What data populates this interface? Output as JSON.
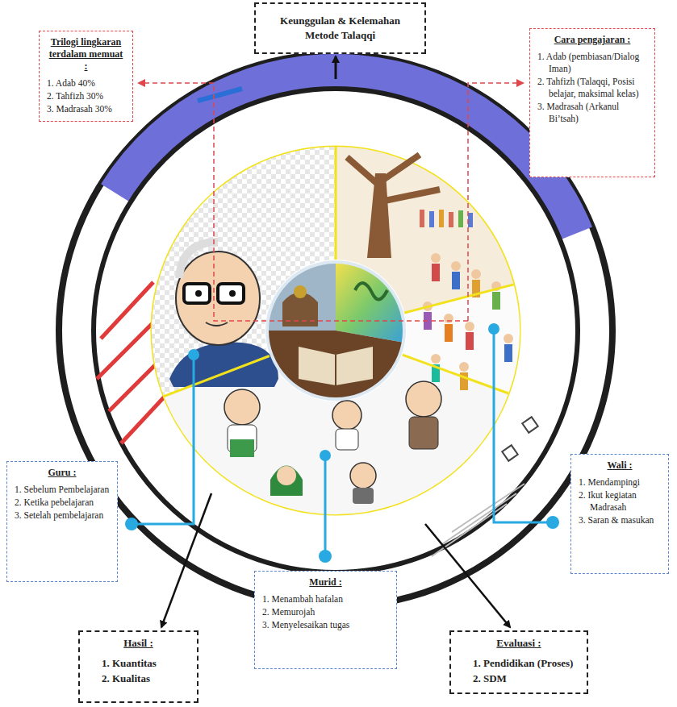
{
  "diagram": {
    "nodes": [
      {
        "text": [
          "Keunggulan & Kelemahan Metode Talaqqi"
        ]
      },
      {
        "text": [
          "Trilogi lingkaran terdalam memuat :",
          "1. Adab 40%",
          "2. Tahfizh 30%",
          "3. Madrasah 30%"
        ]
      },
      {
        "text": [
          "Cara pengajaran :",
          "1. Adab (pembiasan/Dialog Iman)",
          "2. Tahfizh (Talaqqi, Posisi belajar, maksimal kelas)",
          "3. Madrasah (Arkanul Bi’tsah)"
        ]
      },
      {
        "text": [
          "Guru :",
          "1. Sebelum Pembelajaran",
          "2. Ketika pebelajaran",
          "3. Setelah pembelajaran"
        ]
      },
      {
        "text": [
          "Wali :",
          "1. Mendampingi",
          "2. Ikut kegiatan Madrasah",
          "3. Saran & masukan"
        ]
      },
      {
        "text": [
          "Murid :",
          "1. Menambah hafalan",
          "2. Memurojah",
          "3. Menyelesaikan tugas"
        ]
      },
      {
        "text": [
          "Hasil :",
          "1. Kuantitas",
          "2. Kualitas"
        ]
      },
      {
        "text": [
          "Evaluasi :",
          "1. Pendidikan (Proses)",
          "2. SDM"
        ]
      }
    ]
  }
}
